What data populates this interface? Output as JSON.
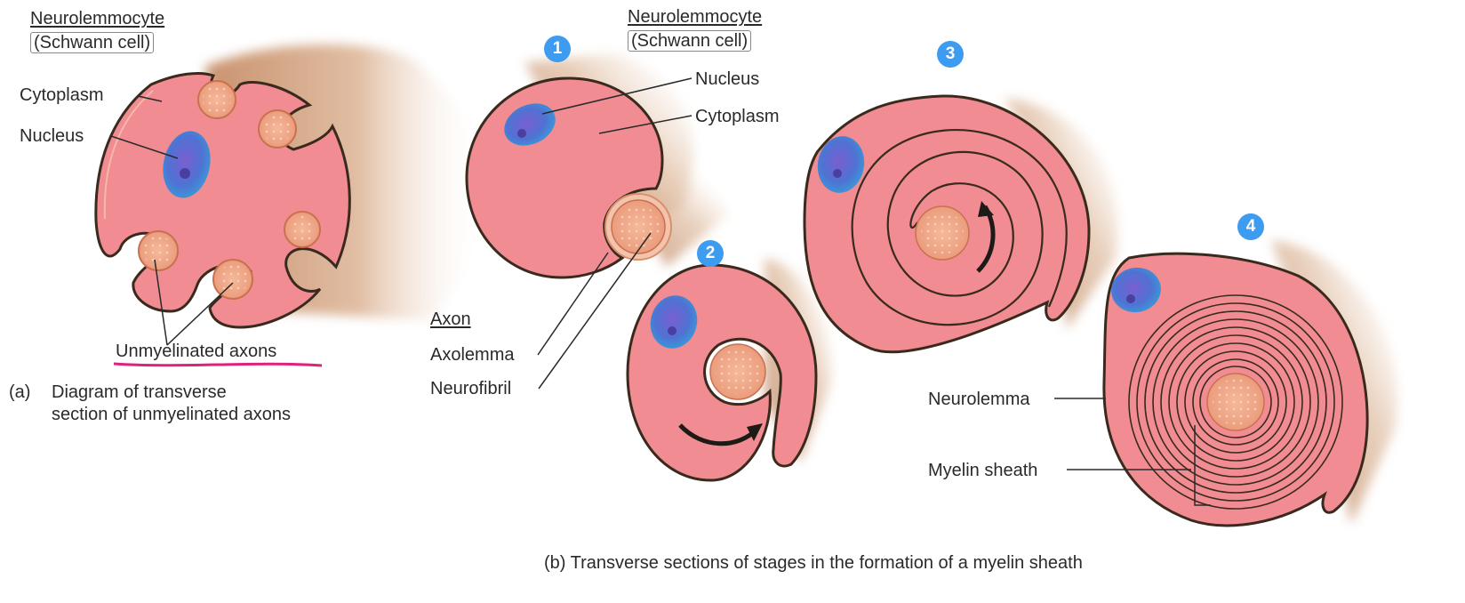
{
  "panel_a": {
    "schwann_title": "Neurolemmocyte",
    "schwann_subtitle": "(Schwann cell)",
    "cytoplasm": "Cytoplasm",
    "nucleus": "Nucleus",
    "unmyelinated": "Unmyelinated axons",
    "caption_letter": "(a)",
    "caption_line1": "Diagram of transverse",
    "caption_line2": "section of unmyelinated axons"
  },
  "panel_b": {
    "schwann_title": "Neurolemmocyte",
    "schwann_subtitle": "(Schwann cell)",
    "nucleus": "Nucleus",
    "cytoplasm": "Cytoplasm",
    "axon": "Axon",
    "axolemma": "Axolemma",
    "neurofibril": "Neurofibril",
    "neurolemma": "Neurolemma",
    "myelin_sheath": "Myelin sheath",
    "stages": [
      "1",
      "2",
      "3",
      "4"
    ],
    "caption": "(b)  Transverse sections of stages in the formation of a myelin sheath"
  },
  "colors": {
    "cytoplasm": "#f08c92",
    "outline": "#3a2a1e",
    "axon": "#efa98c",
    "nucleus": "#5a7fd6",
    "stage_badge": "#3d9bf0",
    "underline_mark": "#e0207a"
  }
}
